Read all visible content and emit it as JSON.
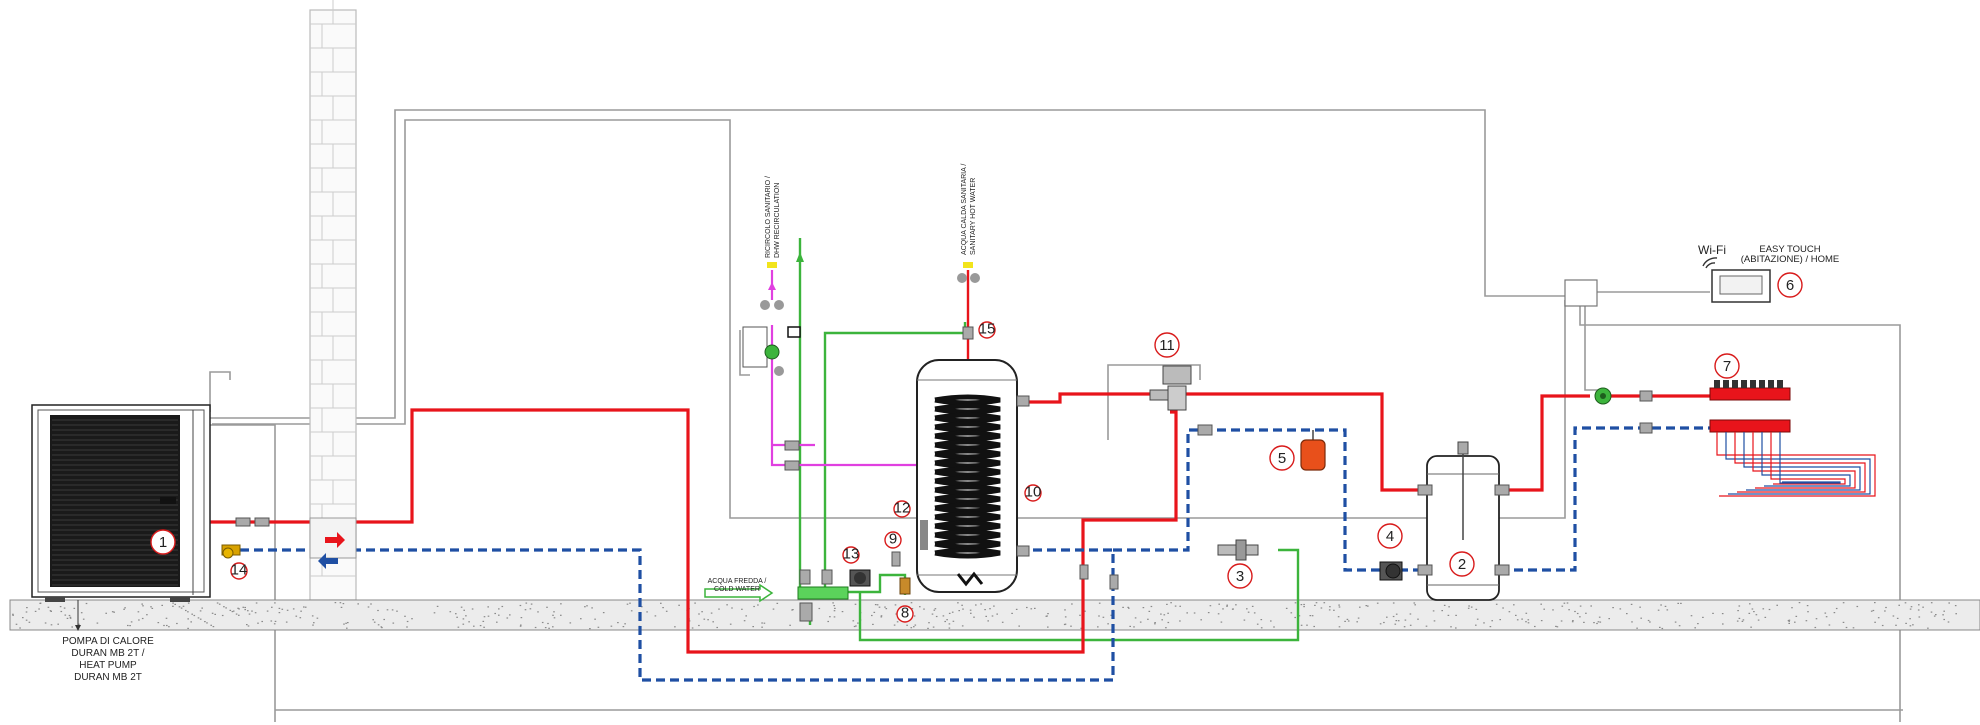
{
  "labels": {
    "heat_pump_l1": "POMPA DI CALORE",
    "heat_pump_l2": "DURAN MB 2T /",
    "heat_pump_l3": "HEAT PUMP",
    "heat_pump_l4": "DURAN MB 2T",
    "wifi": "Wi-Fi",
    "easy_touch_l1": "EASY TOUCH",
    "easy_touch_l2": "(ABITAZIONE) / HOME",
    "cold_water_l1": "ACQUA FREDDA /",
    "cold_water_l2": "COLD WATER",
    "recirc_l1": "RICIRCOLO SANITARIO /",
    "recirc_l2": "DHW RECIRCULATION",
    "dhw_l1": "ACQUA CALDA SANITARIA /",
    "dhw_l2": "SANITARY HOT WATER"
  },
  "callouts": [
    "1",
    "2",
    "3",
    "4",
    "5",
    "6",
    "7",
    "8",
    "9",
    "10",
    "11",
    "12",
    "13",
    "14",
    "15"
  ],
  "colors": {
    "flow": "#e8141b",
    "return": "#1f4fa3",
    "cold_water": "#3cb43c",
    "recirculation": "#e040e0",
    "cable": "#9a9a9a",
    "expansion_vessel": "#e8501b",
    "callout_ring": "#d81b1b"
  }
}
